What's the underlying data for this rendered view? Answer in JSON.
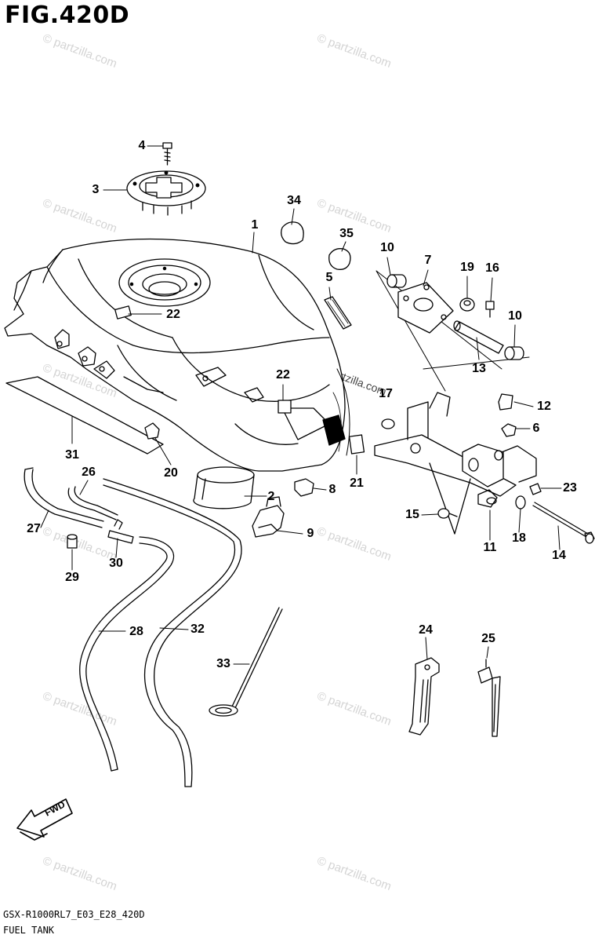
{
  "figure": {
    "title": "FIG.420D",
    "code": "GSX-R1000RL7_E03_E28_420D",
    "caption": "FUEL TANK",
    "fwd_label": "FWD",
    "watermark": "© partzilla.com"
  },
  "callouts": [
    {
      "id": "c1",
      "label": "1"
    },
    {
      "id": "c2",
      "label": "2"
    },
    {
      "id": "c3",
      "label": "3"
    },
    {
      "id": "c4",
      "label": "4"
    },
    {
      "id": "c5",
      "label": "5"
    },
    {
      "id": "c6",
      "label": "6"
    },
    {
      "id": "c7",
      "label": "7"
    },
    {
      "id": "c8",
      "label": "8"
    },
    {
      "id": "c9",
      "label": "9"
    },
    {
      "id": "c10a",
      "label": "10"
    },
    {
      "id": "c10b",
      "label": "10"
    },
    {
      "id": "c11",
      "label": "11"
    },
    {
      "id": "c12",
      "label": "12"
    },
    {
      "id": "c13",
      "label": "13"
    },
    {
      "id": "c14",
      "label": "14"
    },
    {
      "id": "c15",
      "label": "15"
    },
    {
      "id": "c16",
      "label": "16"
    },
    {
      "id": "c17",
      "label": "17"
    },
    {
      "id": "c18",
      "label": "18"
    },
    {
      "id": "c19",
      "label": "19"
    },
    {
      "id": "c20",
      "label": "20"
    },
    {
      "id": "c21",
      "label": "21"
    },
    {
      "id": "c22a",
      "label": "22"
    },
    {
      "id": "c22b",
      "label": "22"
    },
    {
      "id": "c23",
      "label": "23"
    },
    {
      "id": "c24",
      "label": "24"
    },
    {
      "id": "c25",
      "label": "25"
    },
    {
      "id": "c26",
      "label": "26"
    },
    {
      "id": "c27",
      "label": "27"
    },
    {
      "id": "c28",
      "label": "28"
    },
    {
      "id": "c29",
      "label": "29"
    },
    {
      "id": "c30",
      "label": "30"
    },
    {
      "id": "c31",
      "label": "31"
    },
    {
      "id": "c32",
      "label": "32"
    },
    {
      "id": "c33",
      "label": "33"
    },
    {
      "id": "c34",
      "label": "34"
    },
    {
      "id": "c35",
      "label": "35"
    }
  ]
}
